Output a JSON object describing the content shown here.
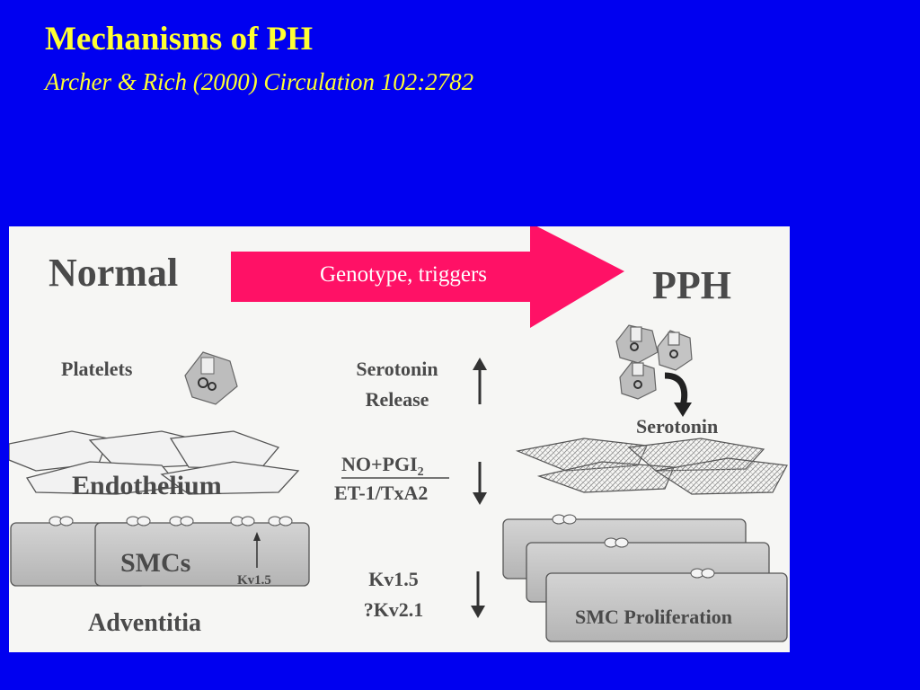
{
  "slide": {
    "title": "Mechanisms of PH",
    "subtitle": "Archer & Rich (2000) Circulation 102:2782"
  },
  "arrow": {
    "label": "Genotype, triggers",
    "color": "#ff1166"
  },
  "figure": {
    "left_heading": "Normal",
    "right_heading": "PPH",
    "normal": {
      "platelets": "Platelets",
      "endothelium": "Endothelium",
      "smcs": "SMCs",
      "kv_label": "Kv1.5",
      "adventitia": "Adventitia"
    },
    "middle": {
      "serotonin_line1": "Serotonin",
      "serotonin_line2": "Release",
      "no_line1": "NO+PGI",
      "no_subscript": "2",
      "no_line2": "ET-1/TxA2",
      "kv_line1": "Kv1.5",
      "kv_line2": "?Kv2.1"
    },
    "pph": {
      "serotonin": "Serotonin",
      "proliferation": "SMC Proliferation"
    }
  }
}
